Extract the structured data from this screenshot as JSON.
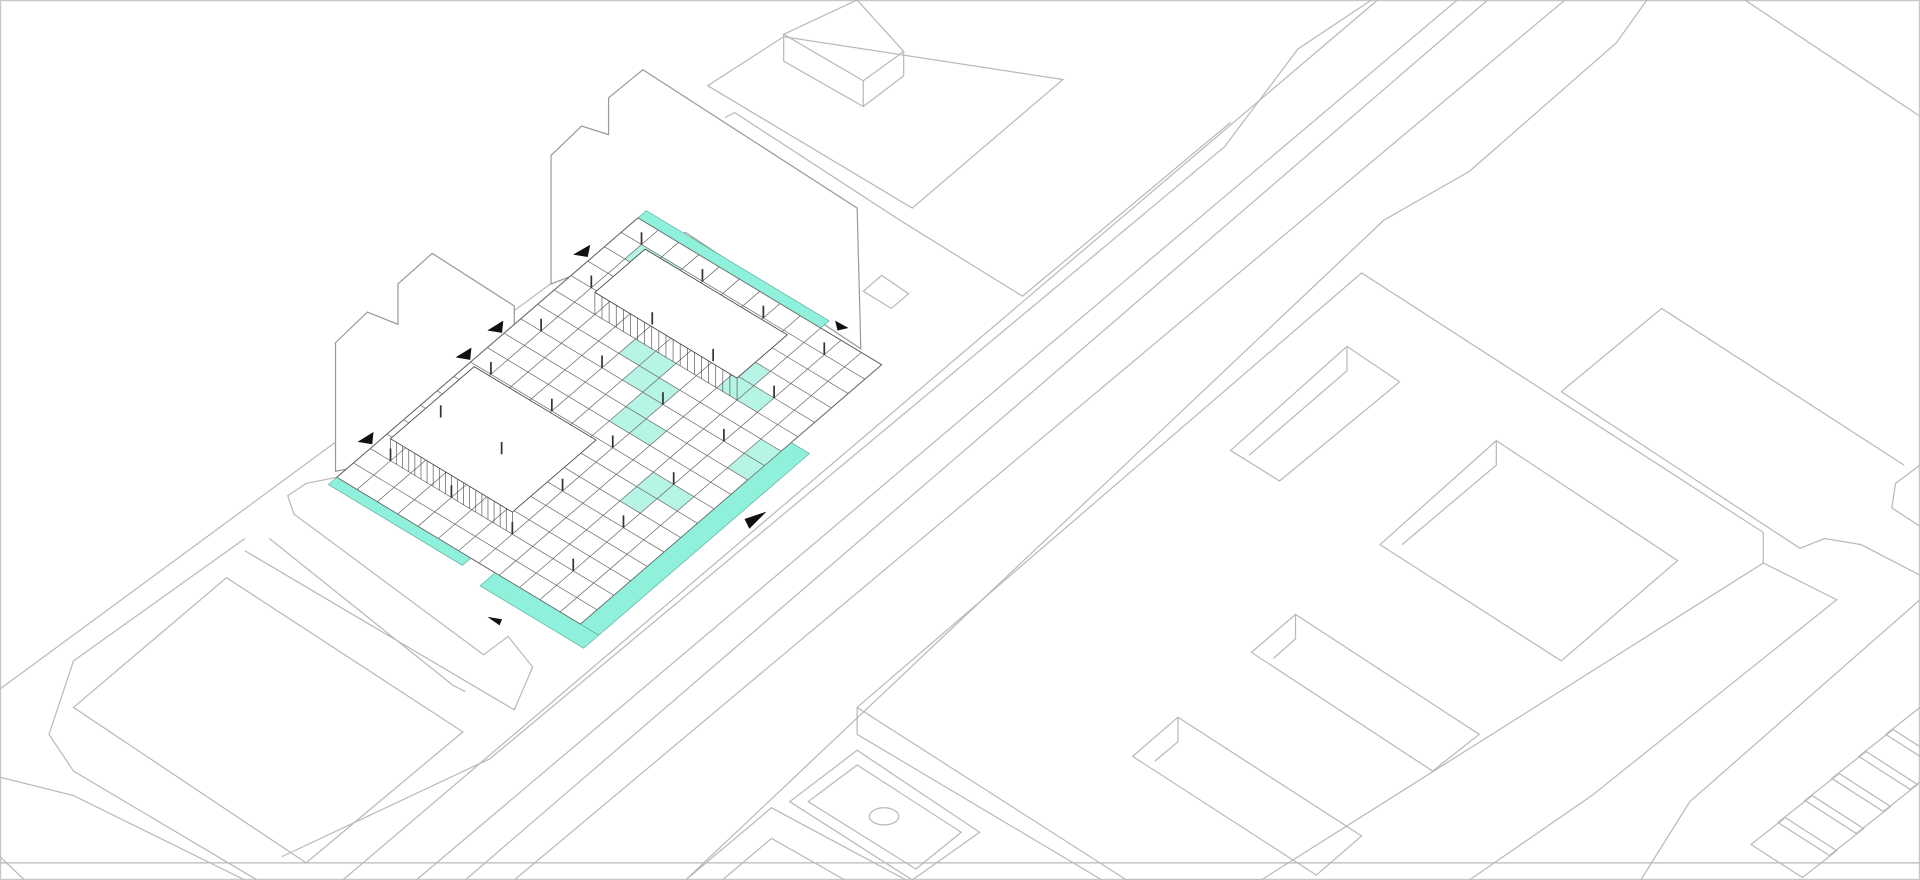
{
  "diagram": {
    "type": "axonometric site plan",
    "colors": {
      "background": "#ffffff",
      "linework": "#b9b9b9",
      "grid": "#6d6d6d",
      "highlight_strong": "#8ff0dc",
      "highlight_light": "#b6f5e6",
      "markers": "#111111"
    },
    "grid": {
      "cols": 12,
      "rows": 18
    },
    "highlight_cells": [
      [
        1,
        1
      ],
      [
        1,
        2
      ],
      [
        5,
        4
      ],
      [
        5,
        5
      ],
      [
        6,
        5
      ],
      [
        6,
        6
      ],
      [
        7,
        6
      ],
      [
        8,
        6
      ],
      [
        8,
        7
      ],
      [
        10,
        9
      ],
      [
        11,
        9
      ],
      [
        10,
        10
      ],
      [
        3,
        8
      ],
      [
        4,
        8
      ],
      [
        4,
        9
      ],
      [
        11,
        14
      ],
      [
        11,
        15
      ],
      [
        12,
        15
      ],
      [
        12,
        16
      ],
      [
        6,
        11
      ],
      [
        7,
        11
      ],
      [
        8,
        12
      ],
      [
        9,
        13
      ],
      [
        9,
        14
      ],
      [
        10,
        14
      ],
      [
        13,
        2
      ],
      [
        13,
        3
      ]
    ],
    "markers": [
      "north-arrow",
      "entry-marker",
      "entry-marker",
      "entry-marker",
      "entry-marker",
      "entry-marker",
      "entry-marker"
    ]
  }
}
